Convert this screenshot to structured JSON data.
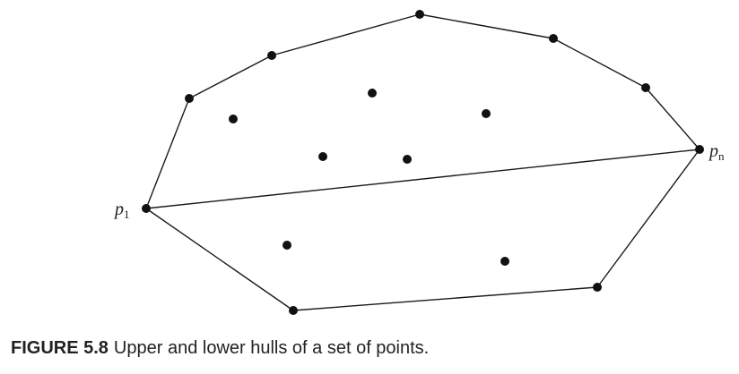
{
  "figure": {
    "label": "FIGURE 5.8",
    "caption": "Upper and lower hulls of a set of points."
  },
  "labels": {
    "p1": {
      "base": "p",
      "sub": "1"
    },
    "pn": {
      "base": "p",
      "sub": "n"
    }
  }
}
